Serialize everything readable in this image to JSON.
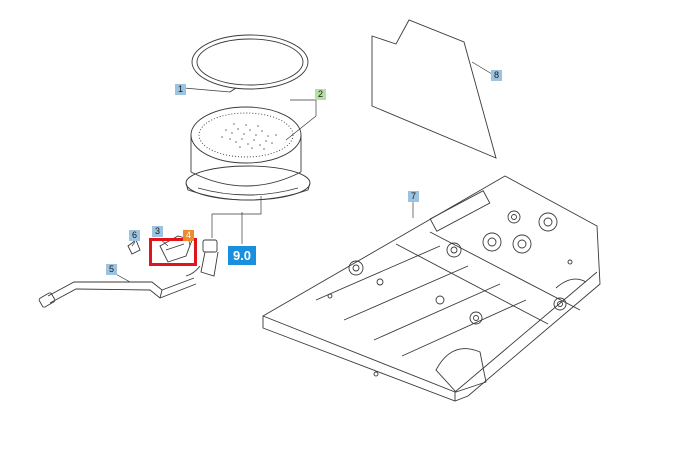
{
  "callouts": {
    "c1": "1",
    "c2": "2",
    "c3": "3",
    "c4": "4",
    "c5": "5",
    "c6": "6",
    "c7": "7",
    "c8": "8"
  },
  "badge": "9.0",
  "colors": {
    "callout_blue": "#9cc3df",
    "callout_green": "#b6dfa6",
    "callout_orange": "#ef8a2d",
    "badge_blue": "#1a8fe0",
    "highlight_red": "#e1131d",
    "line": "#3a3a3a"
  }
}
